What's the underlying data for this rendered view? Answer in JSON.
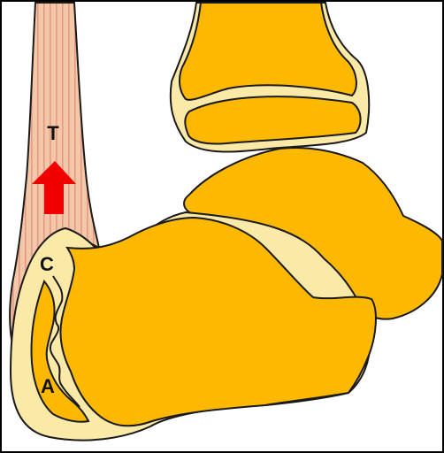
{
  "labels": {
    "tendon": "T",
    "cartilage": "C",
    "apophysis": "A"
  },
  "colors": {
    "bone": "#FDB902",
    "bone_outline": "#1a1a1a",
    "cartilage": "#FBE9A8",
    "tendon": "#F4C7A6",
    "tendon_stripe": "#E49A86",
    "arrow": "#F00000",
    "frame": "#000000",
    "background": "#FFFFFF"
  },
  "icons": {
    "arrow": "up-arrow-icon"
  }
}
